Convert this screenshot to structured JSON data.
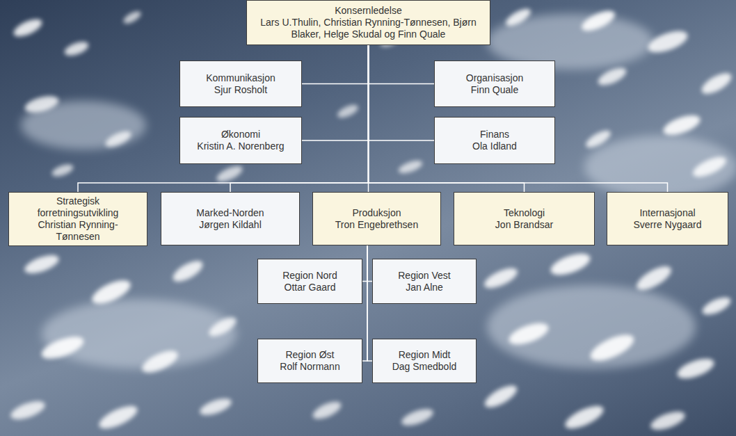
{
  "diagram": {
    "nodes": [
      {
        "text": [
          "Konsernledelse",
          "Lars U.Thulin, Christian Rynning-Tønnesen, Bjørn Blaker, Helge Skudal og Finn Quale"
        ]
      },
      {
        "text": [
          "Kommunikasjon",
          "Sjur Rosholt"
        ]
      },
      {
        "text": [
          "Organisasjon",
          "Finn Quale"
        ]
      },
      {
        "text": [
          "Økonomi",
          "Kristin A. Norenberg"
        ]
      },
      {
        "text": [
          "Finans",
          "Ola Idland"
        ]
      },
      {
        "text": [
          "Strategisk forretningsutvikling",
          "Christian Rynning-Tønnesen"
        ]
      },
      {
        "text": [
          "Marked-Norden",
          "Jørgen Kildahl"
        ]
      },
      {
        "text": [
          "Produksjon",
          "Tron Engebrethsen"
        ]
      },
      {
        "text": [
          "Teknologi",
          "Jon Brandsar"
        ]
      },
      {
        "text": [
          "Internasjonal",
          "Sverre Nygaard"
        ]
      },
      {
        "text": [
          "Region Nord",
          "Ottar Gaard"
        ]
      },
      {
        "text": [
          "Region Vest",
          "Jan Alne"
        ]
      },
      {
        "text": [
          "Region Øst",
          "Rolf Normann"
        ]
      },
      {
        "text": [
          "Region Midt",
          "Dag Smedbold"
        ]
      }
    ],
    "edges": [
      {
        "from": 0,
        "to": 1,
        "arrow": "none"
      },
      {
        "from": 0,
        "to": 2,
        "arrow": "none"
      },
      {
        "from": 0,
        "to": 3,
        "arrow": "none"
      },
      {
        "from": 0,
        "to": 4,
        "arrow": "none"
      },
      {
        "from": 0,
        "to": 5,
        "arrow": "none"
      },
      {
        "from": 0,
        "to": 6,
        "arrow": "none"
      },
      {
        "from": 0,
        "to": 7,
        "arrow": "none"
      },
      {
        "from": 0,
        "to": 8,
        "arrow": "none"
      },
      {
        "from": 0,
        "to": 9,
        "arrow": "none"
      },
      {
        "from": 7,
        "to": 10,
        "arrow": "none"
      },
      {
        "from": 7,
        "to": 11,
        "arrow": "none"
      },
      {
        "from": 7,
        "to": 12,
        "arrow": "none"
      },
      {
        "from": 7,
        "to": 13,
        "arrow": "none"
      }
    ]
  }
}
